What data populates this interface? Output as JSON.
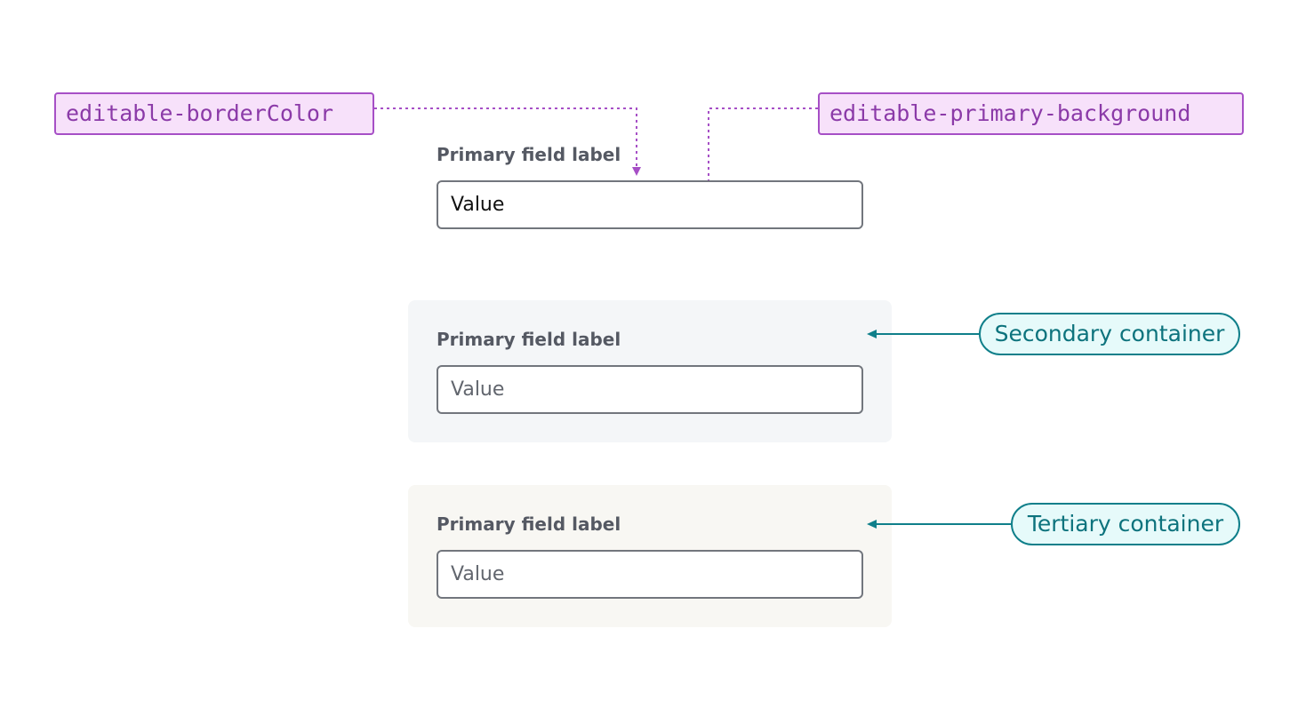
{
  "tokens": {
    "border_color": "editable-borderColor",
    "primary_background": "editable-primary-background"
  },
  "fields": [
    {
      "label": "Primary field label",
      "value": "Value"
    },
    {
      "label": "Primary field label",
      "value": "Value"
    },
    {
      "label": "Primary field label",
      "value": "Value"
    }
  ],
  "containers": {
    "secondary": "Secondary container",
    "tertiary": "Tertiary container"
  },
  "colors": {
    "token_accent": "#a64fc6",
    "token_fill": "#f7e1fa",
    "container_accent": "#0f7f8a",
    "container_fill": "#e6fafa",
    "secondary_background": "#f4f6f8",
    "tertiary_background": "#f8f7f3",
    "field_border": "#72767d"
  }
}
